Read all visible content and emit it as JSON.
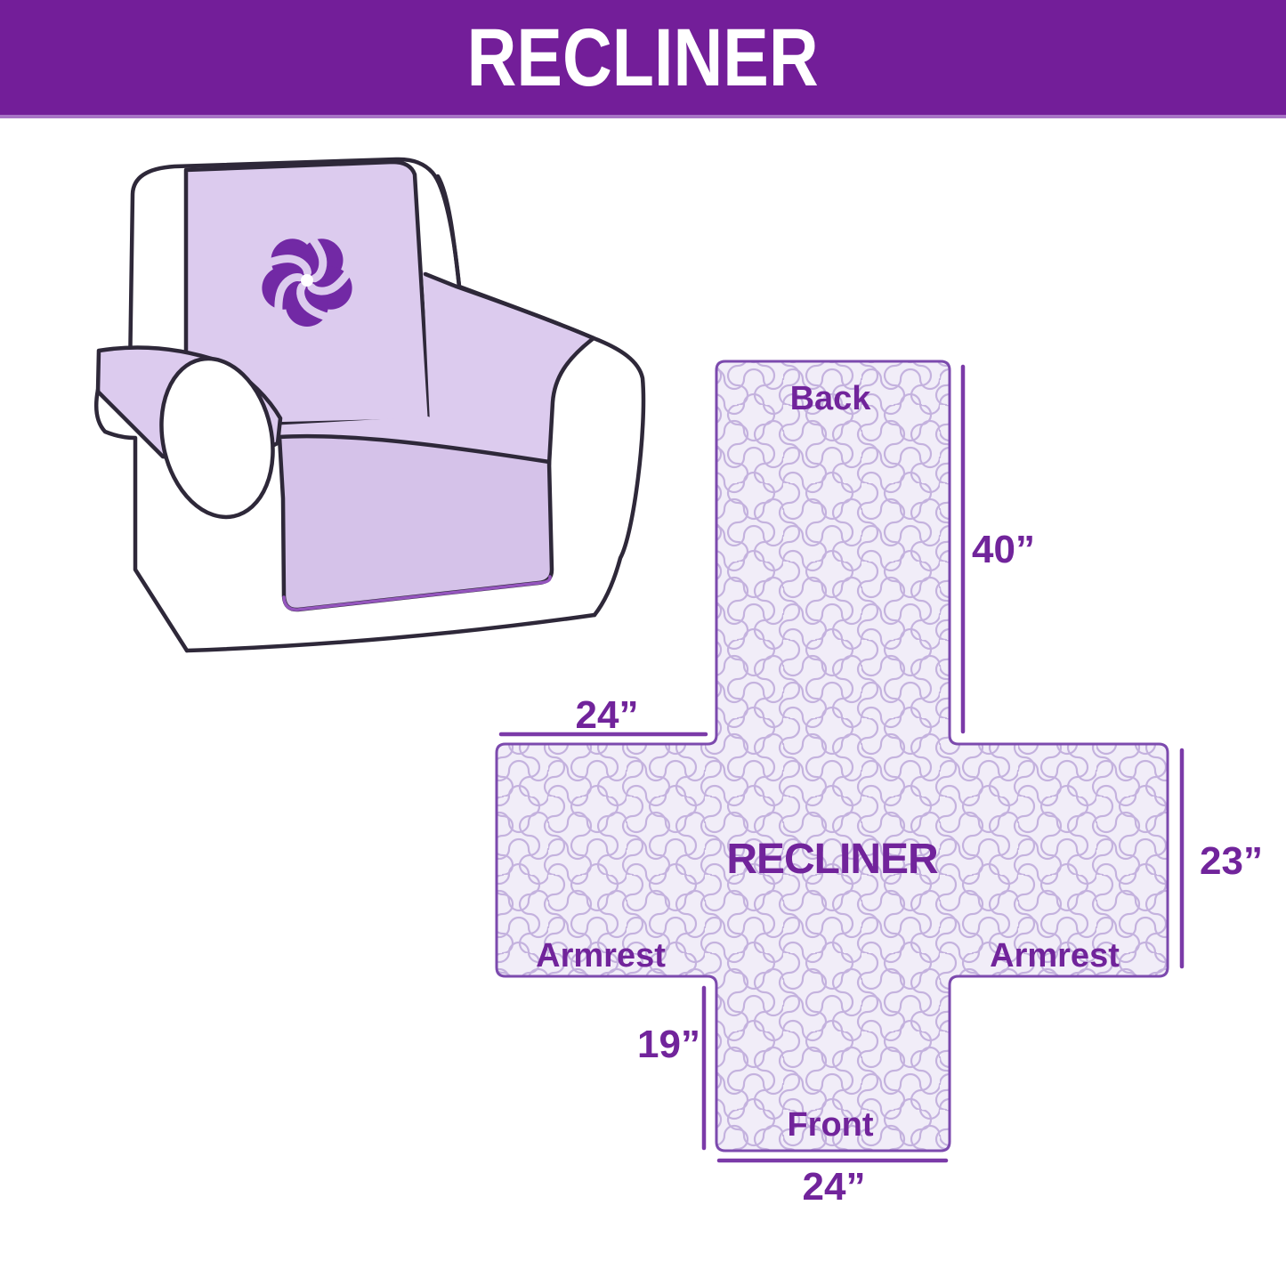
{
  "header": {
    "title": "RECLINER",
    "background": "#731E99",
    "text_color": "#FFFFFF"
  },
  "chair": {
    "description": "armchair illustration with lavender recliner cover",
    "logo_icon": "pinwheel-icon",
    "cover_color": "#DCCBEE",
    "seat_color": "#D5C2E9",
    "outline_color": "#2E2839",
    "logo_color": "#7229A5"
  },
  "diagram": {
    "center_label": "RECLINER",
    "sections": {
      "back": "Back",
      "armrest_left": "Armrest",
      "armrest_right": "Armrest",
      "front": "Front"
    },
    "dimensions": {
      "back_length": "40”",
      "back_width": "24”",
      "armrest_length": "23”",
      "front_length": "19”",
      "front_width": "24”"
    },
    "fill_color": "#F1EDF8",
    "outline_color": "#7C4AAE",
    "pattern_color": "#C4B2DE",
    "label_color": "#71249B",
    "dimension_line_color": "#7B3AA8"
  }
}
